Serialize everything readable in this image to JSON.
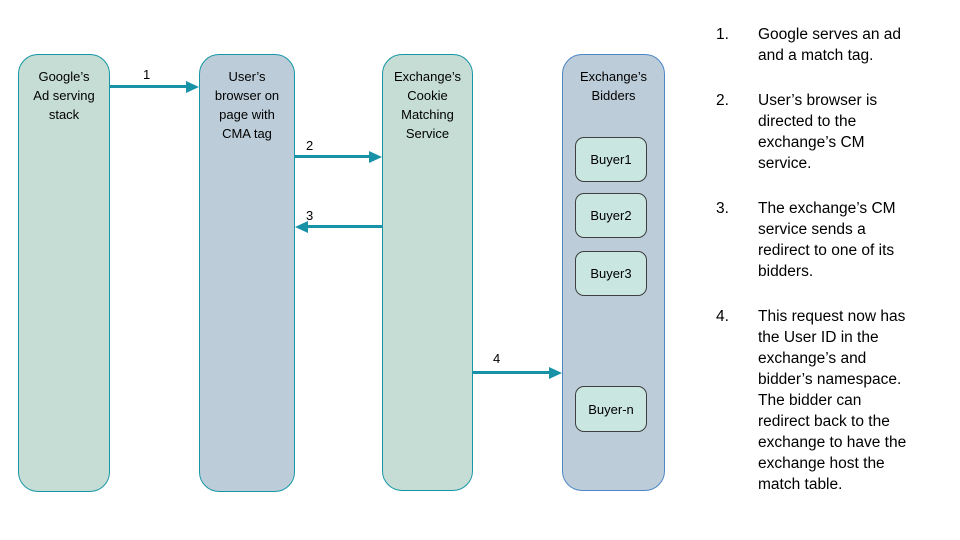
{
  "colors": {
    "sage-fill": "#c5ddd4",
    "blue-fill": "#bccdd9",
    "teal-border": "#1797a6",
    "blue-border": "#4c86c6",
    "buyer-fill": "#c9e6e0",
    "buyer-border": "#3f3f3f",
    "arrow-color": "#1792a6"
  },
  "diagram": {
    "lanes": [
      {
        "id": "google-stack",
        "label": "Google’s\nAd serving\nstack"
      },
      {
        "id": "user-browser",
        "label": "User’s\nbrowser on\npage with\nCMA tag"
      },
      {
        "id": "cookie-matching-service",
        "label": "Exchange’s\nCookie\nMatching\nService"
      },
      {
        "id": "exchange-bidders",
        "label": "Exchange’s\nBidders"
      }
    ],
    "buyers": [
      "Buyer1",
      "Buyer2",
      "Buyer3",
      "Buyer-n"
    ],
    "arrows": [
      {
        "label": "1",
        "from": "google-stack",
        "to": "user-browser",
        "direction": "right"
      },
      {
        "label": "2",
        "from": "user-browser",
        "to": "cookie-matching-service",
        "direction": "right"
      },
      {
        "label": "3",
        "from": "cookie-matching-service",
        "to": "user-browser",
        "direction": "left"
      },
      {
        "label": "4",
        "from": "cookie-matching-service",
        "to": "exchange-bidders",
        "direction": "right"
      }
    ]
  },
  "steps": [
    {
      "num": "1.",
      "text": "Google serves an ad\nand a match tag."
    },
    {
      "num": "2.",
      "text": "User’s browser is\ndirected to the\nexchange’s CM\nservice."
    },
    {
      "num": "3.",
      "text": "The exchange’s CM\nservice sends a\nredirect to one of its\nbidders."
    },
    {
      "num": "4.",
      "text": "This request now has\nthe User ID in the\nexchange’s and\nbidder’s namespace.\nThe bidder can\nredirect back to the\nexchange to have the\nexchange host the\nmatch table."
    }
  ]
}
